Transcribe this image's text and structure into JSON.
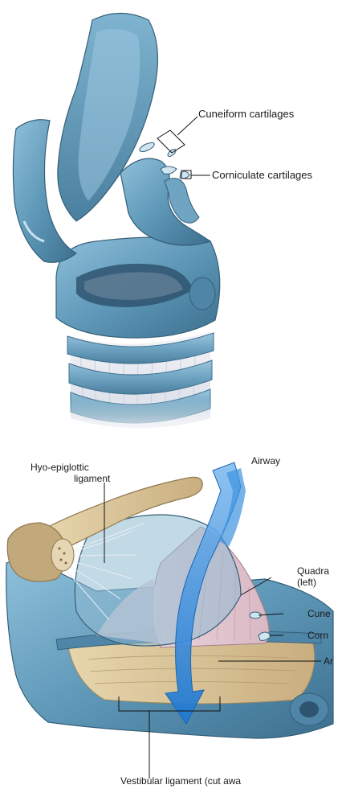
{
  "labels": {
    "cuneiform_cartilages": "Cuneiform cartilages",
    "corniculate_cartilages": "Corniculate cartilages",
    "hyo_epiglottic_line1": "Hyo-epiglottic",
    "hyo_epiglottic_line2": "ligament",
    "airway": "Airway",
    "quadrangular_line1": "Quadra",
    "quadrangular_line2": "(left)",
    "cuneiform_short": "Cune",
    "corniculate_short": "Corn",
    "aryepiglottic_short": "Ar",
    "vestibular_ligament": "Vestibular ligament (cut awa"
  },
  "colors": {
    "cartilage_blue": "#5f98b8",
    "cartilage_dark": "#3c6f8e",
    "cartilage_light": "#a9cde0",
    "membrane_pink": "#e3c9d2",
    "ligament_tan": "#d8c294",
    "hyoid_tan": "#b8a076",
    "airway_arrow": "#2f86d8"
  }
}
